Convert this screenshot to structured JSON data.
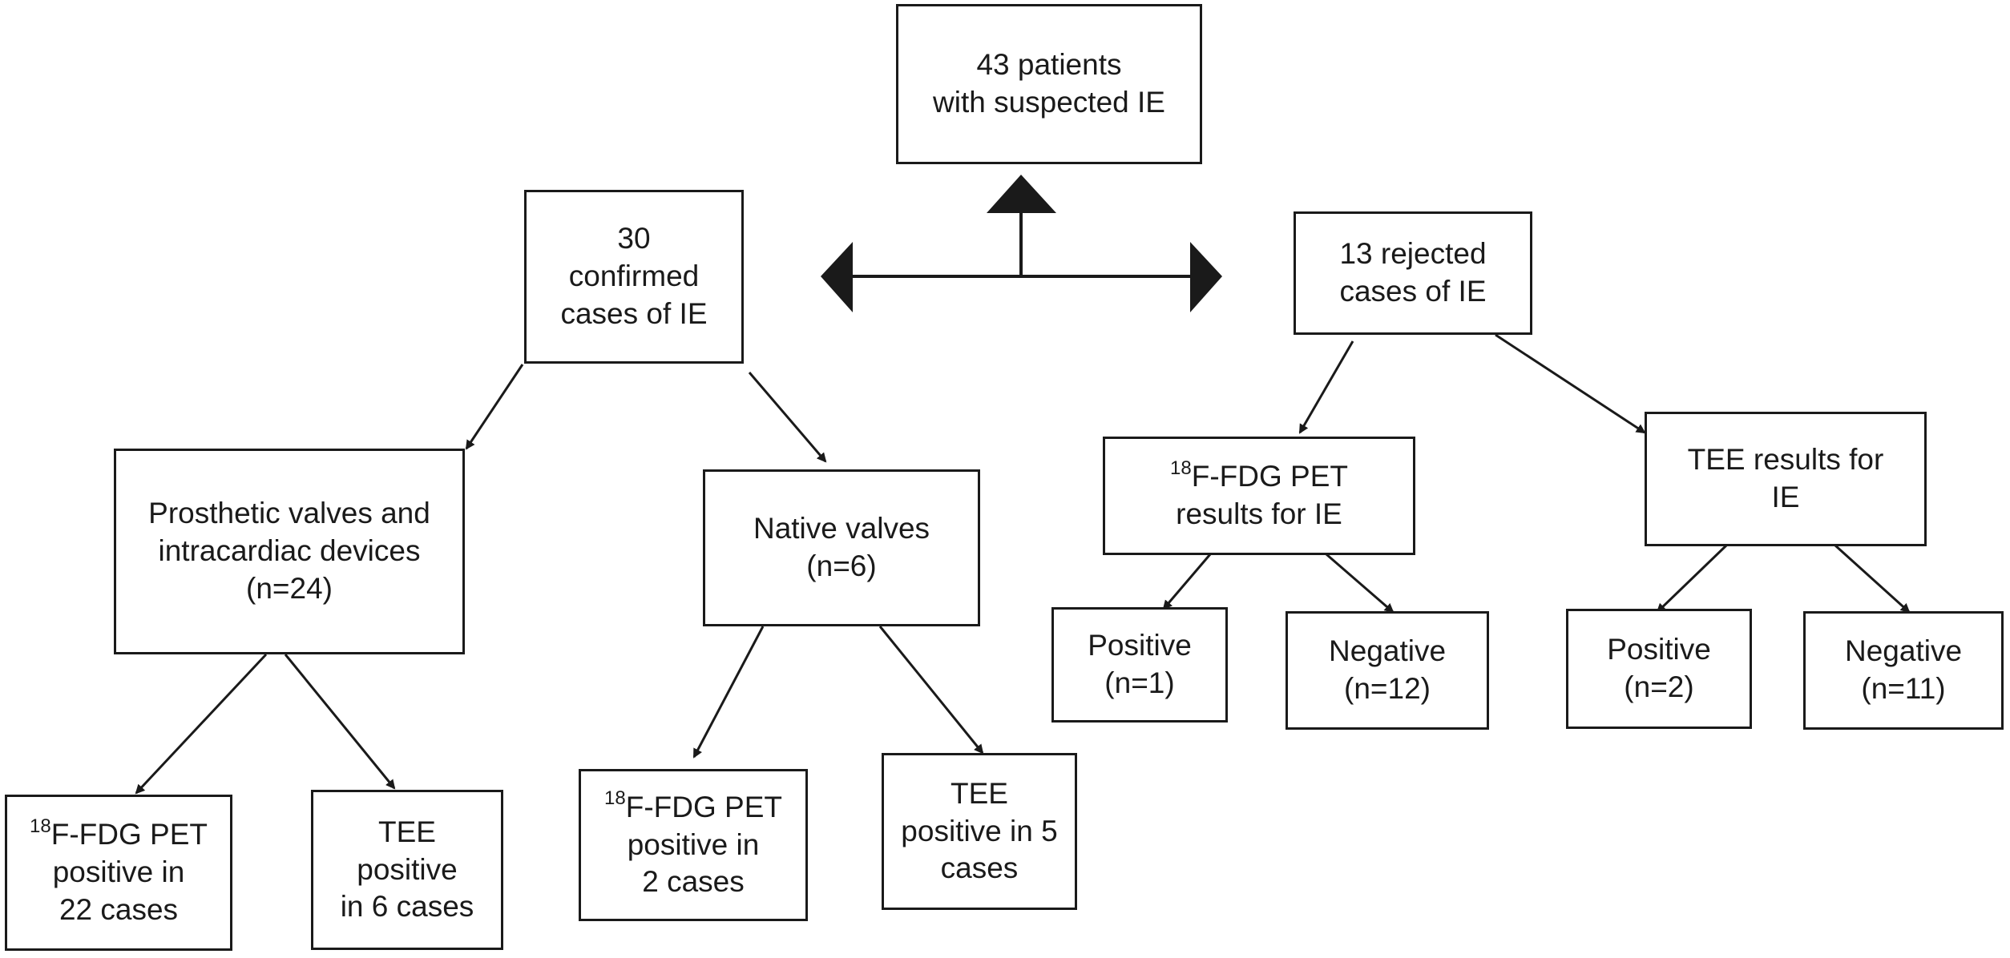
{
  "diagram": {
    "nodes": {
      "root": {
        "lines": [
          "43 patients",
          "with suspected IE"
        ]
      },
      "confirmed": {
        "lines": [
          "30",
          "confirmed",
          "cases of IE"
        ]
      },
      "rejected": {
        "lines": [
          "13 rejected",
          "cases of IE"
        ]
      },
      "prosthetic": {
        "lines": [
          "Prosthetic valves and",
          "intracardiac devices",
          "(n=24)"
        ]
      },
      "native": {
        "lines": [
          "Native valves",
          "(n=6)"
        ]
      },
      "rejected_pet": {
        "sup": "18",
        "lines": [
          "F-FDG PET",
          "results for IE"
        ]
      },
      "rejected_tee": {
        "lines": [
          "TEE results for",
          "IE"
        ]
      },
      "pet_pos": {
        "lines": [
          "Positive",
          "(n=1)"
        ]
      },
      "pet_neg": {
        "lines": [
          "Negative",
          "(n=12)"
        ]
      },
      "tee_pos": {
        "lines": [
          "Positive",
          "(n=2)"
        ]
      },
      "tee_neg": {
        "lines": [
          "Negative",
          "(n=11)"
        ]
      },
      "prosthetic_pet": {
        "sup": "18",
        "lines": [
          "F-FDG PET",
          "positive in",
          "22 cases"
        ]
      },
      "prosthetic_tee": {
        "lines": [
          "TEE",
          "positive",
          "in 6 cases"
        ]
      },
      "native_pet": {
        "sup": "18",
        "lines": [
          "F-FDG PET",
          "positive in",
          "2 cases"
        ]
      },
      "native_tee": {
        "lines": [
          "TEE",
          "positive in 5",
          "cases"
        ]
      }
    }
  }
}
